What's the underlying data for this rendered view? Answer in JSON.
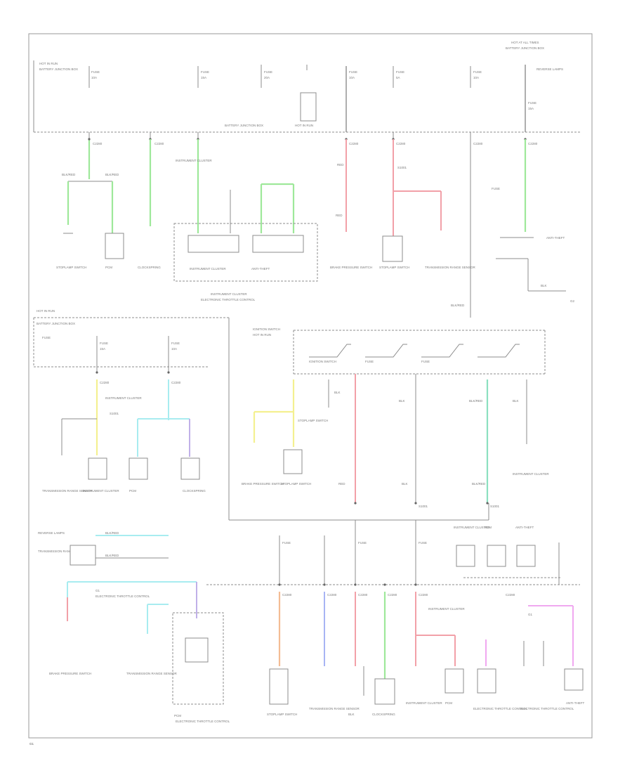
{
  "colors": {
    "wire_default": "#8c8c8c",
    "red": "#f2a0a8",
    "green": "#9ee89a",
    "yellow": "#f4f090",
    "cyan": "#a8ecf0",
    "blue": "#a8b4f4",
    "orange": "#f4bc94",
    "magenta": "#f0a8f0",
    "teal": "#8ce0c0",
    "violet": "#c0b0e8"
  },
  "labels": [
    {
      "text": "HOT AT ALL TIMES"
    },
    {
      "text": "HOT IN RUN"
    },
    {
      "text": "FUSE"
    },
    {
      "text": "10A"
    },
    {
      "text": "15A"
    },
    {
      "text": "20A"
    },
    {
      "text": "5A"
    },
    {
      "text": "C2280"
    },
    {
      "text": "BLK/RED"
    },
    {
      "text": "RED"
    },
    {
      "text": "BLK"
    },
    {
      "text": "S1001"
    },
    {
      "text": "ANTI-THEFT"
    },
    {
      "text": "INSTRUMENT CLUSTER"
    },
    {
      "text": "TRANSMISSION RANGE SENSOR"
    },
    {
      "text": "STOPLAMP SWITCH"
    },
    {
      "text": "BRAKE PRESSURE SWITCH"
    },
    {
      "text": "CLOCKSPRING"
    },
    {
      "text": "PCM"
    },
    {
      "text": "G1"
    },
    {
      "text": "G2"
    },
    {
      "text": "ELECTRONIC THROTTLE CONTROL"
    },
    {
      "text": "REVERSE LAMPS"
    },
    {
      "text": "IGNITION SWITCH"
    },
    {
      "text": "BATTERY JUNCTION BOX"
    }
  ]
}
